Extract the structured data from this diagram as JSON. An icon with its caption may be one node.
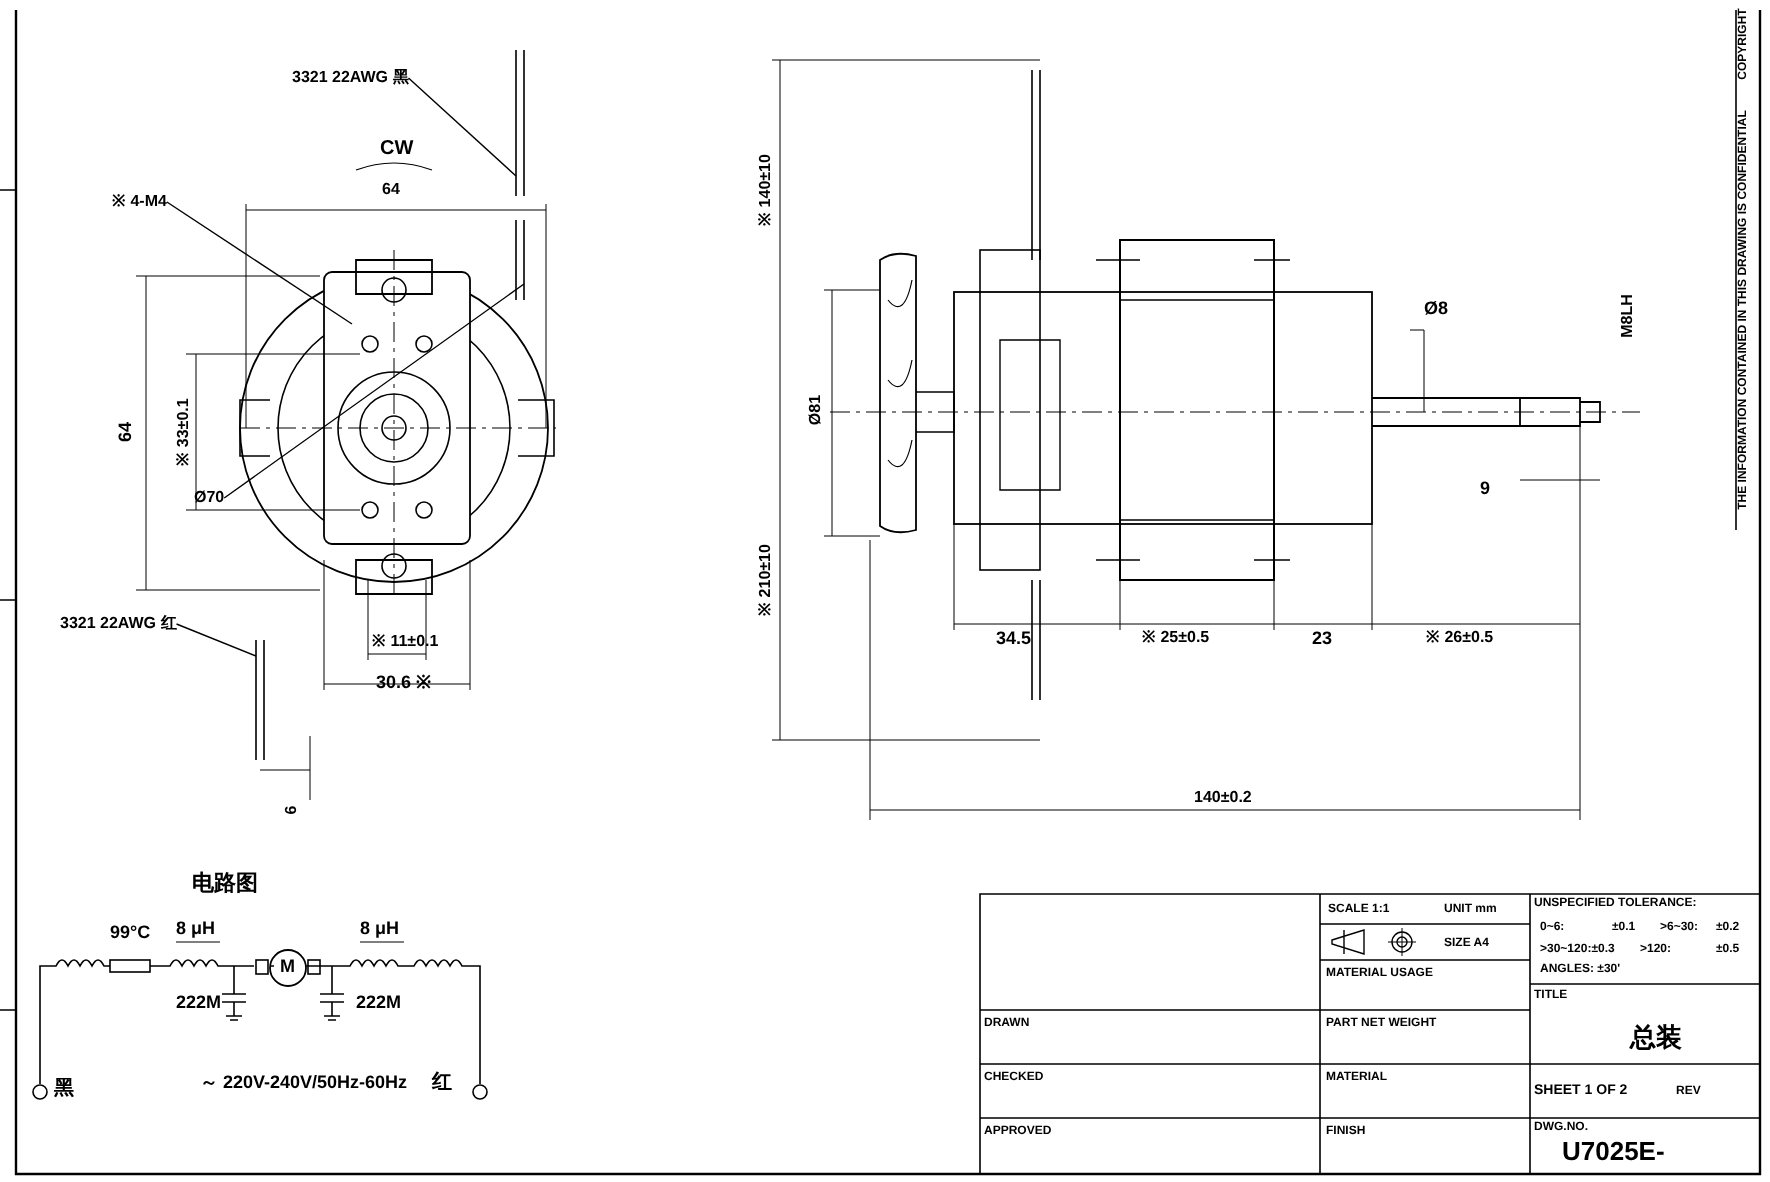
{
  "diagram": {
    "nodes": [
      {
        "text": [
          "3321 22AWG 黑"
        ]
      },
      {
        "text": [
          "※ 4-M4"
        ]
      },
      {
        "text": [
          "Ø70"
        ]
      },
      {
        "text": [
          "3321 22AWG 红"
        ]
      }
    ],
    "edges": [
      {
        "from": 0,
        "to": null,
        "arrow": "none"
      },
      {
        "from": 1,
        "to": null,
        "arrow": "none"
      },
      {
        "from": 2,
        "to": null,
        "arrow": "none"
      },
      {
        "from": 3,
        "to": null,
        "arrow": "none"
      }
    ],
    "labels": [
      "THE INFORMATION CONTAINED IN THIS DRAWING IS CONFIDENTIAL",
      "COPYRIGHT",
      "CW",
      "64",
      "64",
      "※ 33±0.1",
      "※ 11±0.1",
      "30.6 ※",
      "6",
      "※ 140±10",
      "Ø8",
      "M8LH",
      "Ø81",
      "9",
      "※ 210±10",
      "34.5",
      "※ 25±0.5",
      "23",
      "※ 26±0.5",
      "140±0.2",
      "电路图",
      "99°C",
      "8 μH",
      "8 μH",
      "M",
      "222M",
      "222M",
      "黑",
      "～ 220V-240V/50Hz-60Hz",
      "红",
      "SCALE 1:1",
      "UNIT mm",
      "SIZE A4",
      "MATERIAL USAGE",
      "UNSPECIFIED TOLERANCE:",
      "0~6:",
      "±0.1",
      ">6~30:",
      "±0.2",
      ">30~120:±0.3",
      ">120:",
      "±0.5",
      "ANGLES: ±30'",
      "TITLE",
      "总装",
      "DRAWN",
      "PART NET WEIGHT",
      "CHECKED",
      "MATERIAL",
      "SHEET 1 OF 2",
      "REV",
      "APPROVED",
      "FINISH",
      "DWG.NO.",
      "U7025E-"
    ]
  }
}
